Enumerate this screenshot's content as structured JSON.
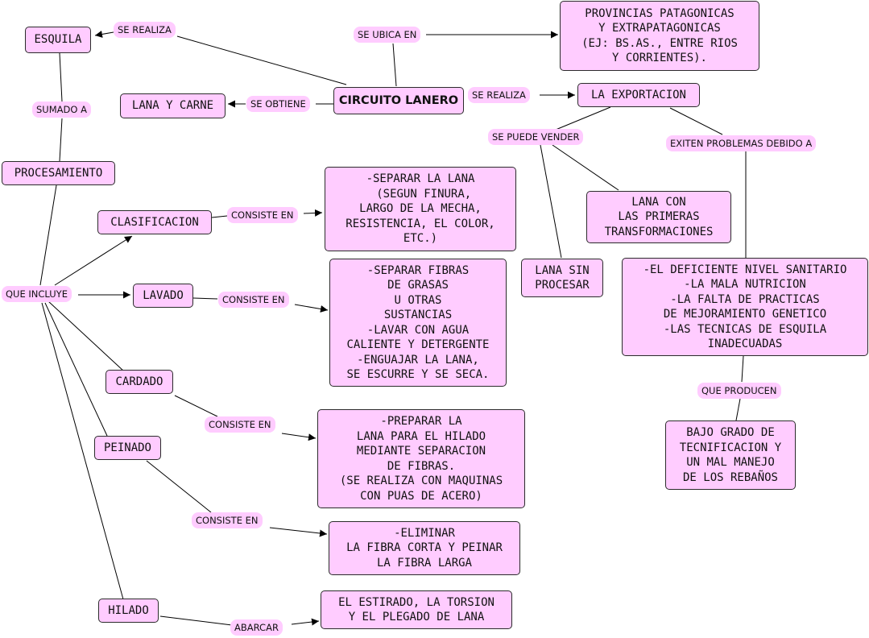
{
  "colors": {
    "node_fill": "#ffccff",
    "node_border": "#2b2b2b",
    "line": "#000000"
  },
  "nodes": {
    "esquila": "ESQUILA",
    "circuito_lanero": "CIRCUITO LANERO",
    "provincias": "PROVINCIAS PATAGONICAS\nY EXTRAPATAGONICAS\n(EJ: BS.AS., ENTRE RIOS\nY CORRIENTES).",
    "lana_y_carne": "LANA Y CARNE",
    "la_exportacion": "LA EXPORTACION",
    "procesamiento": "PROCESAMIENTO",
    "clasificacion": "CLASIFICACION",
    "clasificacion_desc": "-SEPARAR LA LANA\n (SEGUN FINURA,\nLARGO DE LA MECHA,\nRESISTENCIA, EL COLOR,\nETC.)",
    "lavado": "LAVADO",
    "lavado_desc": "-SEPARAR FIBRAS\nDE GRASAS\nU OTRAS\nSUSTANCIAS\n-LAVAR CON AGUA\nCALIENTE Y DETERGENTE\n-ENGUAJAR LA LANA,\nSE ESCURRE Y SE SECA.",
    "cardado": "CARDADO",
    "cardado_desc": "-PREPARAR LA\nLANA PARA EL HILADO\nMEDIANTE SEPARACION\nDE FIBRAS.\n(SE REALIZA CON MAQUINAS\nCON PUAS DE ACERO)",
    "peinado": "PEINADO",
    "peinado_desc": "-ELIMINAR\nLA FIBRA CORTA Y PEINAR\nLA FIBRA LARGA",
    "hilado": "HILADO",
    "hilado_desc": "EL ESTIRADO, LA TORSION\nY EL PLEGADO DE LANA",
    "lana_con_transformaciones": "LANA CON\nLAS PRIMERAS\nTRANSFORMACIONES",
    "lana_sin_procesar": "LANA SIN\nPROCESAR",
    "problemas": "-EL DEFICIENTE NIVEL SANITARIO\n-LA MALA NUTRICION\n-LA FALTA DE PRACTICAS\nDE MEJORAMIENTO GENETICO\n-LAS TECNICAS DE ESQUILA\nINADECUADAS",
    "bajo_grado": "BAJO GRADO DE\nTECNIFICACION Y\nUN MAL MANEJO\nDE LOS REBAÑOS"
  },
  "labels": {
    "se_realiza_1": "SE REALIZA",
    "se_ubica_en": "SE UBICA EN",
    "se_obtiene": "SE OBTIENE",
    "se_realiza_2": "SE REALIZA",
    "sumado_a": "SUMADO A",
    "se_puede_vender": "SE PUEDE VENDER",
    "exiten_problemas": "EXITEN PROBLEMAS DEBIDO A",
    "que_incluye": "QUE INCLUYE",
    "consiste_en_1": "CONSISTE EN",
    "consiste_en_2": "CONSISTE EN",
    "consiste_en_3": "CONSISTE EN",
    "consiste_en_4": "CONSISTE EN",
    "abarcar": "ABARCAR",
    "que_producen": "QUE PRODUCEN"
  }
}
